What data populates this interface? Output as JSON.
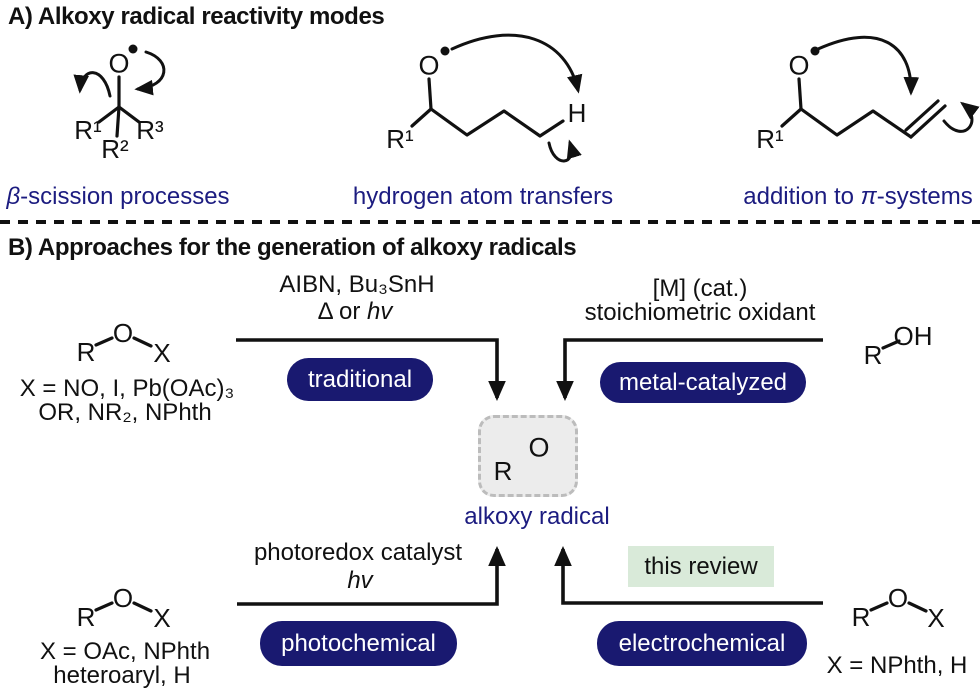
{
  "colors": {
    "navy": "#191970",
    "label_blue": "#1c1c80",
    "review_bg": "#d9ead9",
    "box_bg": "#ececec",
    "box_border": "#bcbcbc"
  },
  "section_a": {
    "title": "A) Alkoxy radical reactivity modes",
    "modes": [
      {
        "greek": "β",
        "label_rest": "-scission processes",
        "atoms": {
          "o": "O",
          "r1": "R¹",
          "r2": "R²",
          "r3": "R³"
        }
      },
      {
        "label": "hydrogen atom transfers",
        "atoms": {
          "o": "O",
          "r1": "R¹",
          "h": "H"
        }
      },
      {
        "label_prefix": "addition to ",
        "greek": "π",
        "label_rest": "-systems",
        "atoms": {
          "o": "O",
          "r1": "R¹"
        }
      }
    ]
  },
  "section_b": {
    "title": "B) Approaches for the generation of alkoxy radicals",
    "traditional": {
      "badge": "traditional",
      "cond1": "AIBN, Bu₃SnH",
      "cond2_prefix": "Δ or ",
      "cond2_italic": "hv"
    },
    "metal": {
      "badge": "metal-catalyzed",
      "cond1": "[M] (cat.)",
      "cond2": "stoichiometric oxidant"
    },
    "photochemical": {
      "badge": "photochemical",
      "cond1": "photoredox catalyst",
      "cond2_italic": "hv"
    },
    "electrochemical": {
      "badge": "electrochemical"
    },
    "center": {
      "r": "R",
      "o": "O",
      "label": "alkoxy radical"
    },
    "review_tag": "this review",
    "substrates": {
      "top_left": {
        "r": "R",
        "o": "O",
        "x": "X",
        "def1": "X = NO, I, Pb(OAc)₃",
        "def2": "OR, NR₂, NPhth"
      },
      "top_right": {
        "r": "R",
        "oh": "OH"
      },
      "bottom_left": {
        "r": "R",
        "o": "O",
        "x": "X",
        "def1": "X = OAc, NPhth",
        "def2": "heteroaryl, H"
      },
      "bottom_right": {
        "r": "R",
        "o": "O",
        "x": "X",
        "def1": "X = NPhth, H"
      }
    }
  }
}
